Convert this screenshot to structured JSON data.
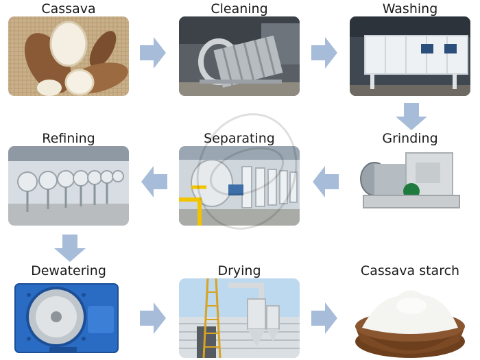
{
  "steps": [
    {
      "label": "Cassava"
    },
    {
      "label": "Cleaning"
    },
    {
      "label": "Washing"
    },
    {
      "label": "Grinding"
    },
    {
      "label": "Separating"
    },
    {
      "label": "Refining"
    },
    {
      "label": "Dewatering"
    },
    {
      "label": "Drying"
    },
    {
      "label": "Cassava starch"
    }
  ],
  "colors": {
    "arrow": "#a7bcd9",
    "label": "#1a1a1a"
  }
}
